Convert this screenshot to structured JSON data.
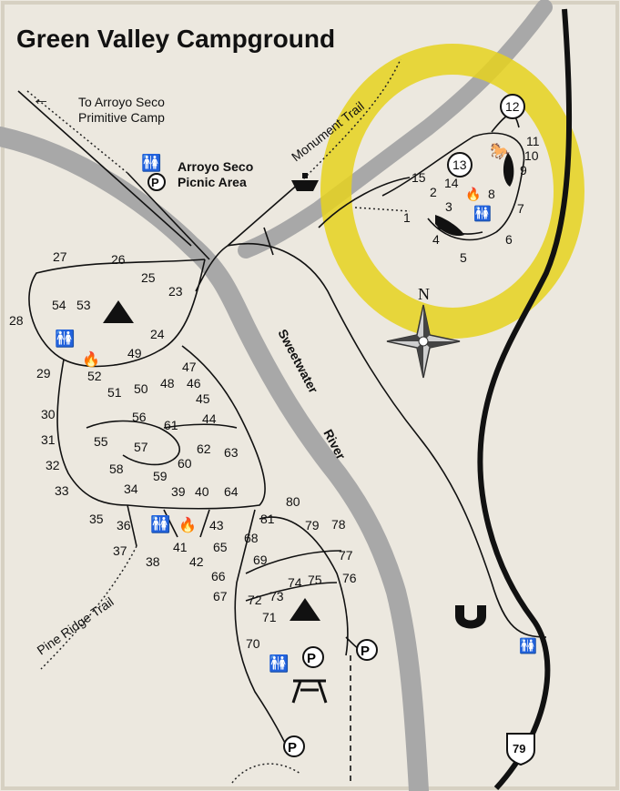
{
  "title": "Green Valley Campground",
  "labels": {
    "arroyo_camp_line1": "To Arroyo Seco",
    "arroyo_camp_line2": "Primitive Camp",
    "picnic_line1": "Arroyo Seco",
    "picnic_line2": "Picnic Area",
    "monument_trail": "Monument Trail",
    "river_word1": "Sweetwater",
    "river_word2": "River",
    "pine_ridge_trail": "Pine Ridge Trail",
    "north": "N",
    "highway": "79",
    "parking": "P"
  },
  "colors": {
    "background": "#ece8df",
    "river": "#a8a8a8",
    "highlight": "#e6d21f",
    "ink": "#111111"
  },
  "icons": [
    "restroom-icon",
    "parking-icon",
    "amphitheater-icon",
    "campfire-icon",
    "tent-icon",
    "horse-icon",
    "picnic-table-icon",
    "compass-rose-icon",
    "ranger-station-icon",
    "highway-shield-icon",
    "arrow-left-icon"
  ],
  "sites": [
    "1",
    "2",
    "3",
    "4",
    "5",
    "6",
    "7",
    "8",
    "9",
    "10",
    "11",
    "12",
    "13",
    "14",
    "15",
    "23",
    "24",
    "25",
    "26",
    "27",
    "28",
    "29",
    "30",
    "31",
    "32",
    "33",
    "34",
    "35",
    "36",
    "37",
    "38",
    "39",
    "40",
    "41",
    "42",
    "43",
    "44",
    "45",
    "46",
    "47",
    "48",
    "49",
    "50",
    "51",
    "52",
    "53",
    "54",
    "55",
    "56",
    "57",
    "58",
    "59",
    "60",
    "61",
    "62",
    "63",
    "64",
    "65",
    "66",
    "67",
    "68",
    "69",
    "70",
    "71",
    "72",
    "73",
    "74",
    "75",
    "76",
    "77",
    "78",
    "79",
    "80",
    "81"
  ]
}
